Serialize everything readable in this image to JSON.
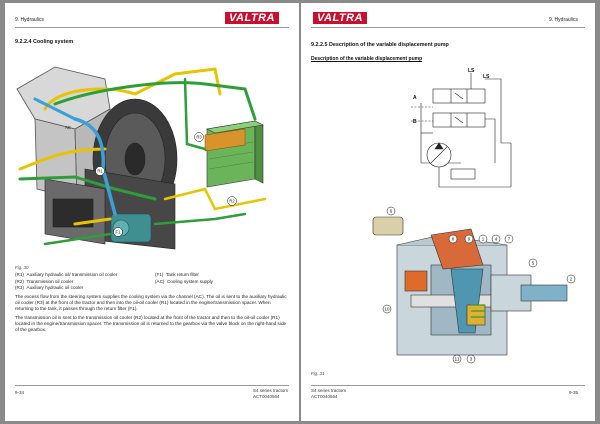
{
  "left": {
    "header": "9. Hydraulics",
    "logo": "VALTRA",
    "section_title": "9.2.2.4  Cooling system",
    "figure": {
      "caption": "Fig. 30",
      "callouts": [
        "AC",
        "R1",
        "R2",
        "R3",
        "F1"
      ]
    },
    "legend": [
      {
        "code": "(R1)",
        "text": "Auxiliary hydraulic oil/ transmission oil cooler"
      },
      {
        "code": "(R2)",
        "text": "Transmission oil cooler"
      },
      {
        "code": "(R3)",
        "text": "Auxiliary hydraulic oil cooler"
      },
      {
        "code": "(F1)",
        "text": "Tank return filter"
      },
      {
        "code": "(AC)",
        "text": "Cooling system supply"
      }
    ],
    "paragraph1": "The excess flow from the steering system supplies the cooling system via the channel (AC). The oil is sent to the auxiliary hydraulic oil cooler (R3) at the front of the tractor and then into the oil-oil cooler (R1) located in the engine/transmission spacer. When returning to the tank, it passes through the return filter (F1).",
    "paragraph2": "The transmission oil is sent to the transmission oil cooler (R2) located at the front of the tractor and then to the oil-oil cooler (R1) located in the engine/transmission spacer. The transmission oil is returned to the gearbox via the valve block on the right-hand side of the gearbox.",
    "footer": {
      "page": "9-34",
      "series": "S4 series tractors",
      "code": "ACT0040564"
    }
  },
  "right": {
    "header": "9. Hydraulics",
    "logo": "VALTRA",
    "section_title": "9.2.2.5  Description of the variable displacement pump",
    "subsection_title": "Description of the variable displacement pump",
    "schematic_labels": [
      "LS",
      "LS",
      "A",
      "B"
    ],
    "figure": {
      "caption": "Fig. 31",
      "callouts": [
        "6",
        "8",
        "9",
        "1",
        "4",
        "7",
        "5",
        "2",
        "10",
        "11",
        "3"
      ]
    },
    "footer": {
      "series": "S4 series tractors",
      "code": "ACT0040564",
      "page": "9-35"
    }
  },
  "colors": {
    "page_bg": "#8a8a8a",
    "brand_red": "#c8102e",
    "pipe_yellow": "#e8c300",
    "pipe_green": "#2e9e3a",
    "pipe_blue": "#3aa0d8",
    "pump_teal": "#3f8f8f"
  }
}
